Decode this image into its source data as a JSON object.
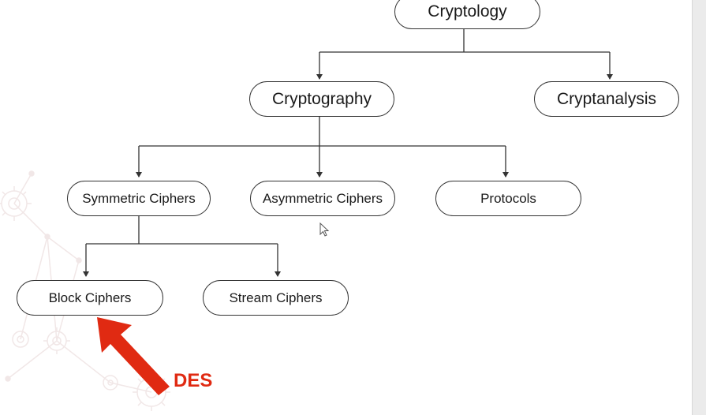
{
  "nodes": {
    "cryptology": "Cryptology",
    "cryptography": "Cryptography",
    "cryptanalysis": "Cryptanalysis",
    "symmetric_ciphers": "Symmetric Ciphers",
    "asymmetric_ciphers": "Asymmetric Ciphers",
    "protocols": "Protocols",
    "block_ciphers": "Block Ciphers",
    "stream_ciphers": "Stream Ciphers"
  },
  "annotation": {
    "label": "DES",
    "color": "#e02a12",
    "points_to": "Block Ciphers"
  },
  "icons": {
    "arrow": "red-arrow-icon",
    "cursor": "mouse-cursor-icon",
    "background": "gear-network-watermark-icon"
  }
}
